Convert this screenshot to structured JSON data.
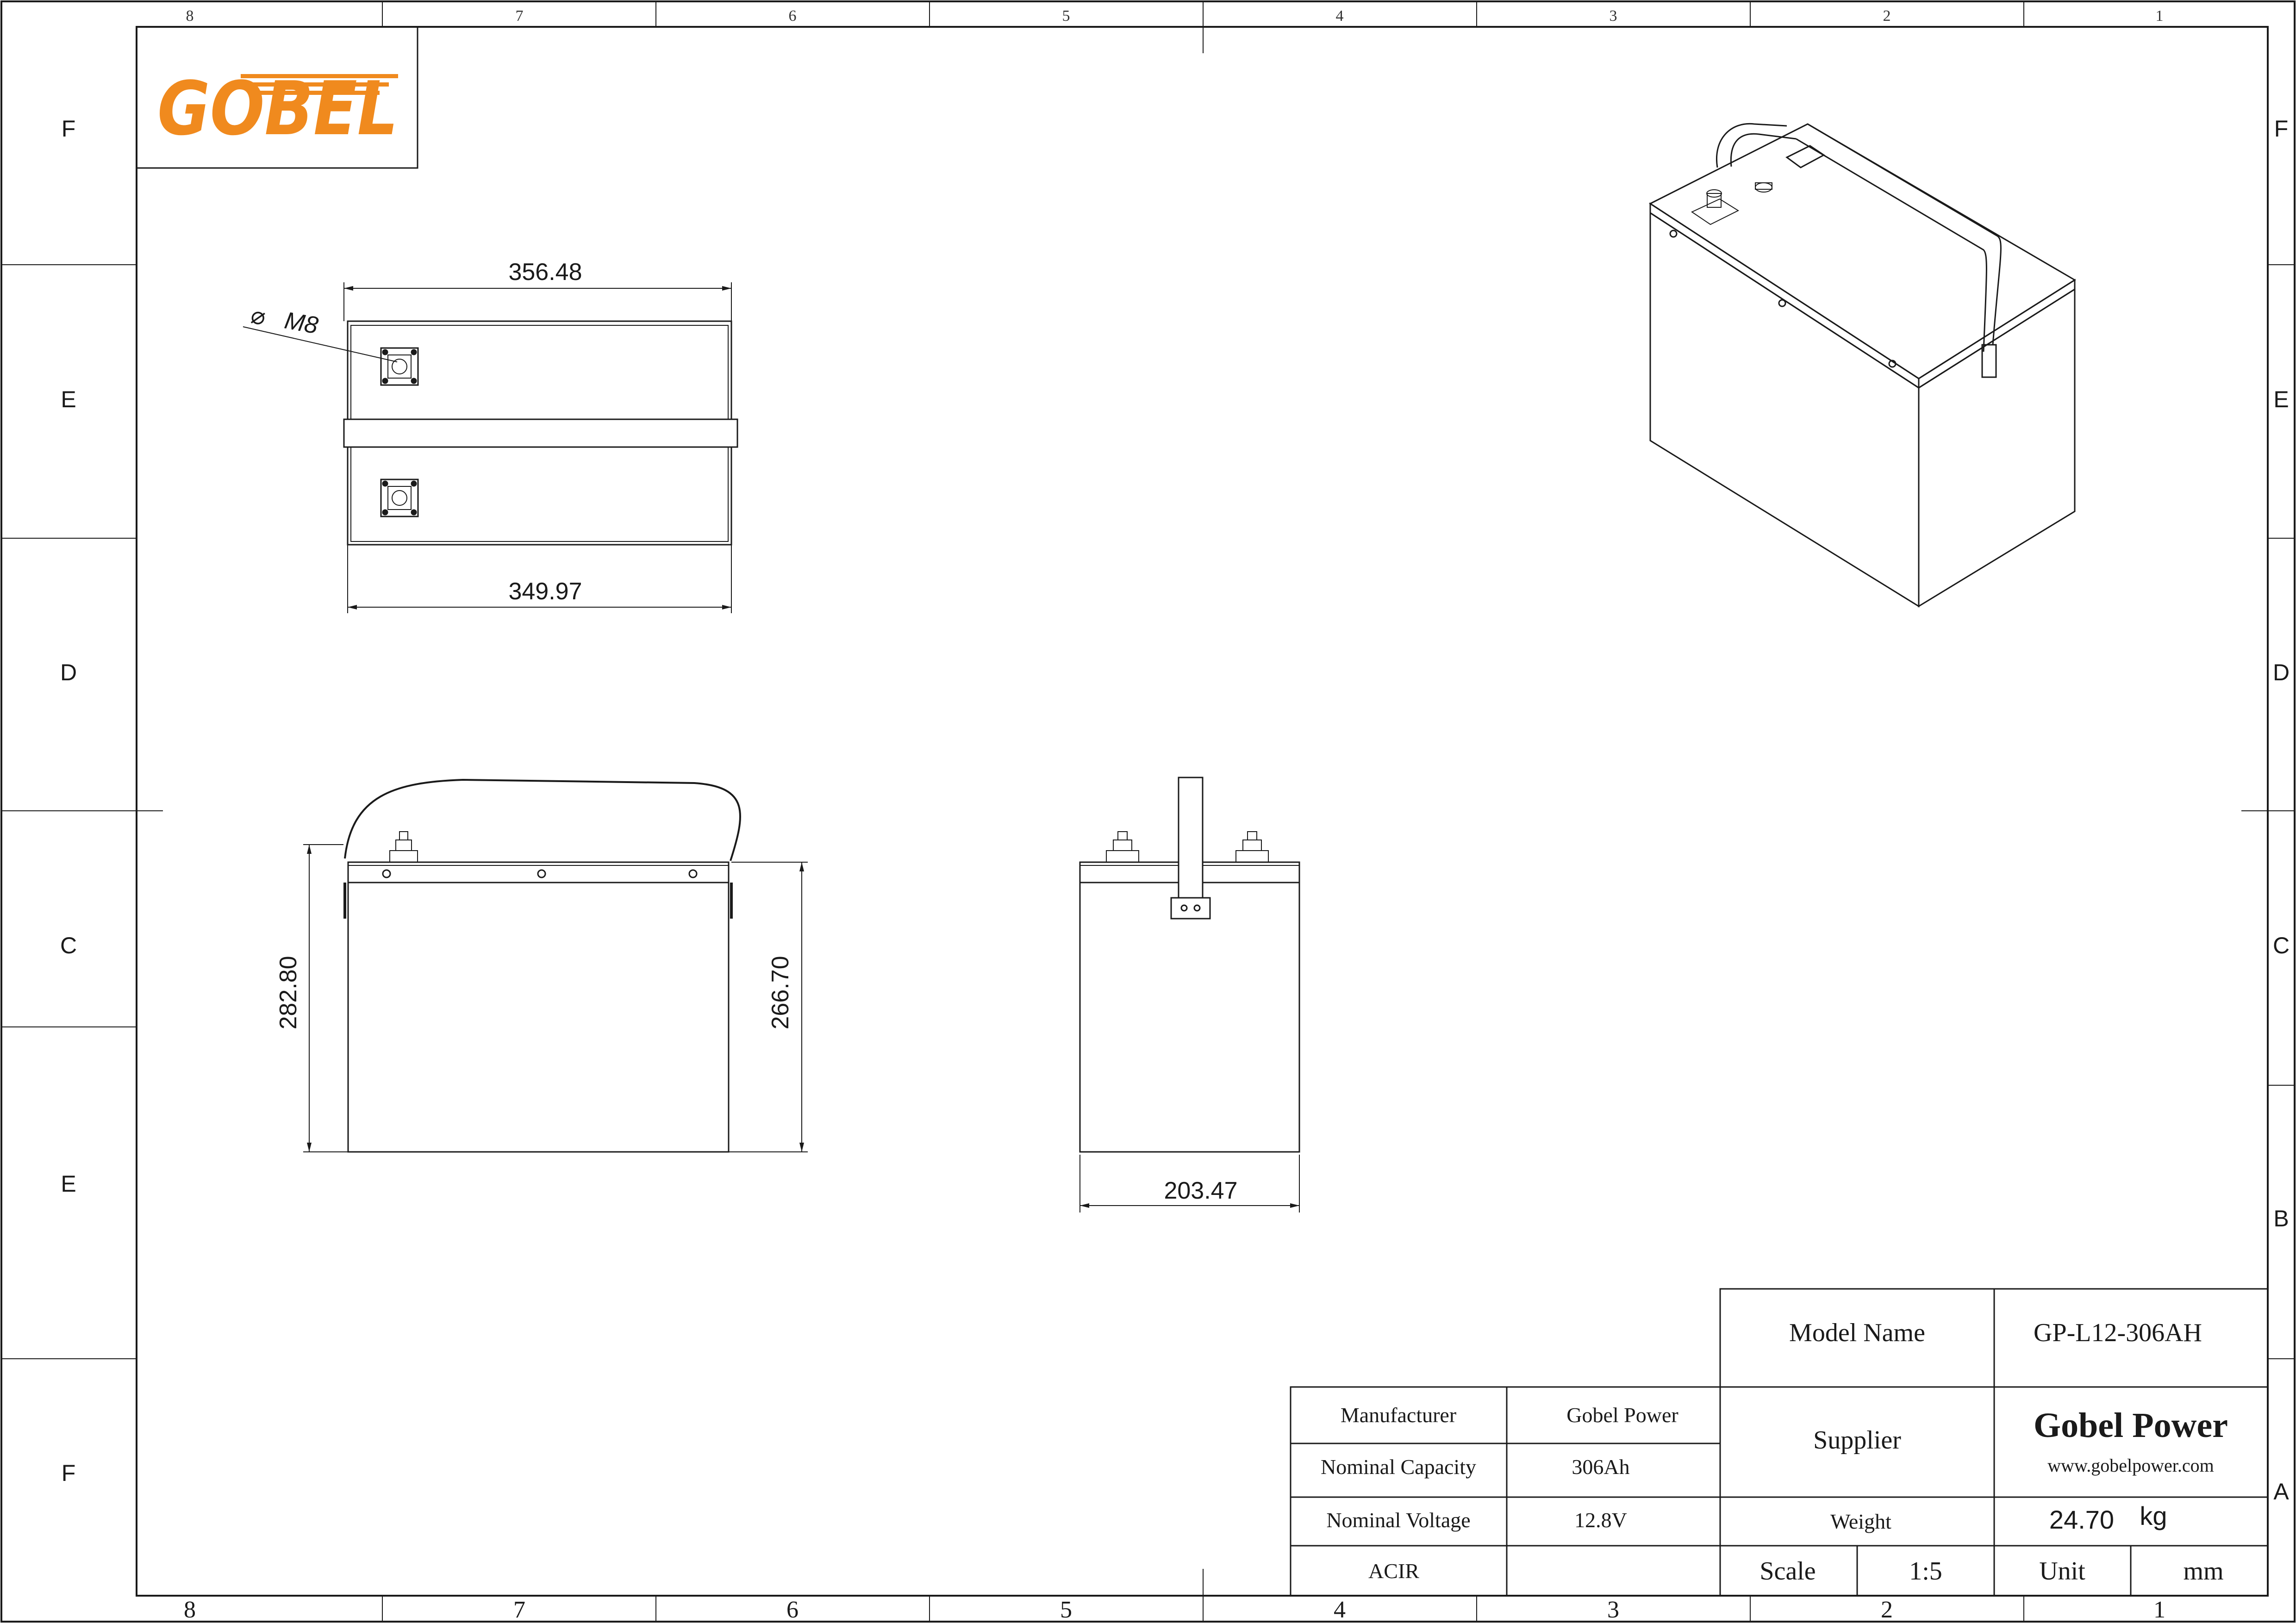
{
  "logo": {
    "text": "GOBEL",
    "color": "#f08a1e"
  },
  "frame": {
    "columns": [
      "8",
      "7",
      "6",
      "5",
      "4",
      "3",
      "2",
      "1"
    ],
    "rows_left": [
      "F",
      "E",
      "D",
      "C",
      "E",
      "F"
    ],
    "rows_right": [
      "F",
      "E",
      "D",
      "C",
      "B",
      "A"
    ]
  },
  "top_view": {
    "dim_top": "356.48",
    "dim_bottom": "349.97",
    "thread_label": "M8",
    "diameter_symbol": "⌀"
  },
  "front_view": {
    "dim_overall_height": "282.80",
    "dim_body_height": "266.70"
  },
  "side_view": {
    "dim_width": "203.47"
  },
  "title_block": {
    "model_name_label": "Model Name",
    "model_name_value": "GP-L12-306AH",
    "manufacturer_label": "Manufacturer",
    "manufacturer_value": "Gobel Power",
    "capacity_label": "Nominal Capacity",
    "capacity_value": "306Ah",
    "voltage_label": "Nominal Voltage",
    "voltage_value": "12.8V",
    "acir_label": "ACIR",
    "acir_value": "",
    "supplier_label": "Supplier",
    "supplier_name": "Gobel Power",
    "supplier_url": "www.gobelpower.com",
    "weight_label": "Weight",
    "weight_value": "24.70",
    "weight_unit": "kg",
    "scale_label": "Scale",
    "scale_value": "1:5",
    "unit_label": "Unit",
    "unit_value": "mm"
  },
  "colors": {
    "line": "#1a1a1a",
    "brand": "#f08a1e"
  }
}
